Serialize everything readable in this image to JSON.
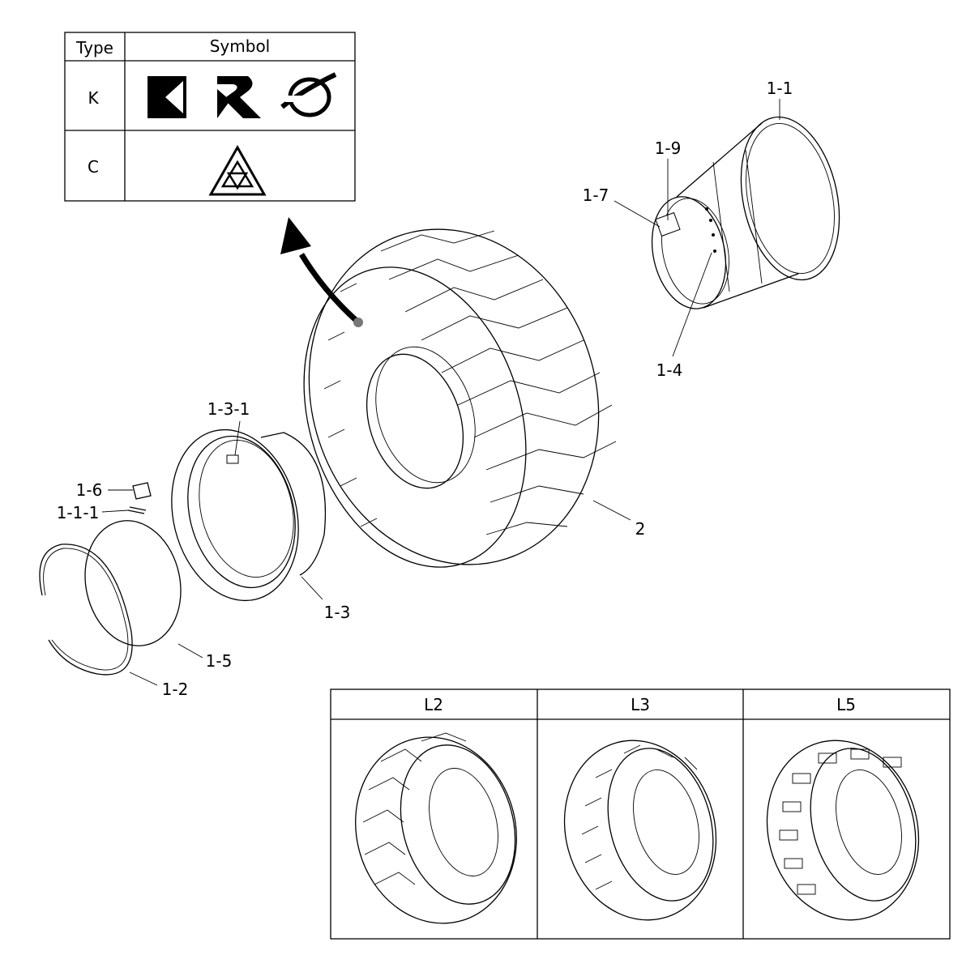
{
  "symbol_table": {
    "header_type": "Type",
    "header_symbol": "Symbol",
    "rows": [
      {
        "type": "K",
        "symbols": [
          "k-logo",
          "r-logo",
          "orbit-logo"
        ]
      },
      {
        "type": "C",
        "symbols": [
          "triforce-logo"
        ]
      }
    ]
  },
  "callouts": {
    "p1_1": "1-1",
    "p1_9": "1-9",
    "p1_7": "1-7",
    "p1_4": "1-4",
    "p1_3_1": "1-3-1",
    "p1_6": "1-6",
    "p1_1_1": "1-1-1",
    "p1_3": "1-3",
    "p1_5": "1-5",
    "p1_2": "1-2",
    "p2": "2"
  },
  "variant_table": {
    "headers": [
      "L2",
      "L3",
      "L5"
    ]
  }
}
